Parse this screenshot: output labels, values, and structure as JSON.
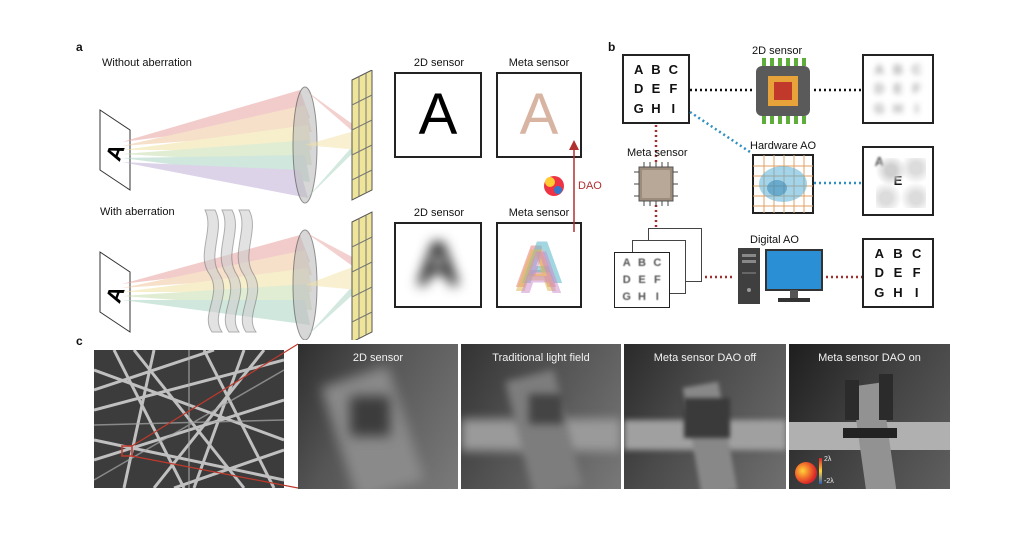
{
  "panel_a": {
    "letter": "a",
    "row1_label": "Without aberration",
    "row2_label": "With aberration",
    "col_2d": "2D sensor",
    "col_meta": "Meta sensor",
    "letter_A": "A",
    "dao_label": "DAO"
  },
  "panel_b": {
    "letter": "b",
    "grid_letters": [
      "A",
      "B",
      "C",
      "D",
      "E",
      "F",
      "G",
      "H",
      "I"
    ],
    "sensor_2d_label": "2D sensor",
    "meta_sensor_label": "Meta sensor",
    "hardware_ao_label": "Hardware AO",
    "digital_ao_label": "Digital AO",
    "hardware_visible_letters": [
      "A",
      "",
      "",
      "",
      "E",
      "",
      "",
      "",
      ""
    ]
  },
  "panel_c": {
    "letter": "c",
    "labels": [
      "2D sensor",
      "Traditional light field",
      "Meta sensor DAO off",
      "Meta sensor DAO on"
    ],
    "scale_max": "2λ",
    "scale_min": "-2λ"
  }
}
